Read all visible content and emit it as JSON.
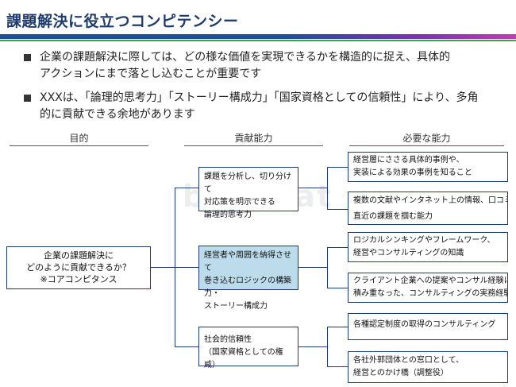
{
  "title": "課題解決に役立つコンピテンシー",
  "bullets": [
    {
      "line1": "企業の課題解決に際しては、どの様な価値を実現できるかを構造的に捉え、具体的",
      "line2": "アクションにまで落とし込むことが重要です"
    },
    {
      "line1": "XXXは、「論理的思考力」「ストーリー構成力」「国家資格としての信頼性」により、多角",
      "line2": "的に貢献できる余地があります"
    }
  ],
  "columns": {
    "purpose": "目的",
    "contribution": "貢献能力",
    "required": "必要な能力"
  },
  "root": {
    "line1": "企業の課題解決に",
    "line2": "どのように貢献できるか？",
    "line3": "※コアコンピタンス"
  },
  "contributions": [
    {
      "line1": "課題を分析し、切り分けて",
      "line2": "対応策を明示できる",
      "line3": "論理的思考力"
    },
    {
      "line1": "経営者や周囲を納得させて",
      "line2": "巻き込むロジックの構築力・",
      "line3": "ストーリー構成力"
    },
    {
      "line1": "社会的信頼性",
      "line2": "（国家資格としての権威）",
      "line3": ""
    }
  ],
  "abilities": [
    {
      "line1": "経営層にささる具体的事例や、",
      "line2": "実装による効果の事例を知ること"
    },
    {
      "line1": "複数の文献やインタネット上の情報、口コミなどから、ま",
      "line2": "直近の課題を掴む能力"
    },
    {
      "line1": "ロジカルシンキングやフレームワーク、",
      "line2": "経営やコンサルティングの知識"
    },
    {
      "line1": "クライアント企業への提案やコンサル経験により",
      "line2": "積み重なった、コンサルティングの実務経験"
    },
    {
      "line1": "各種認定制度の取得のコンサルティング",
      "line2": ""
    },
    {
      "line1": "各社外郭団体との窓口として、",
      "line2": "経営とのかけ橋（調整役）"
    }
  ],
  "watermark": "bizcreat"
}
